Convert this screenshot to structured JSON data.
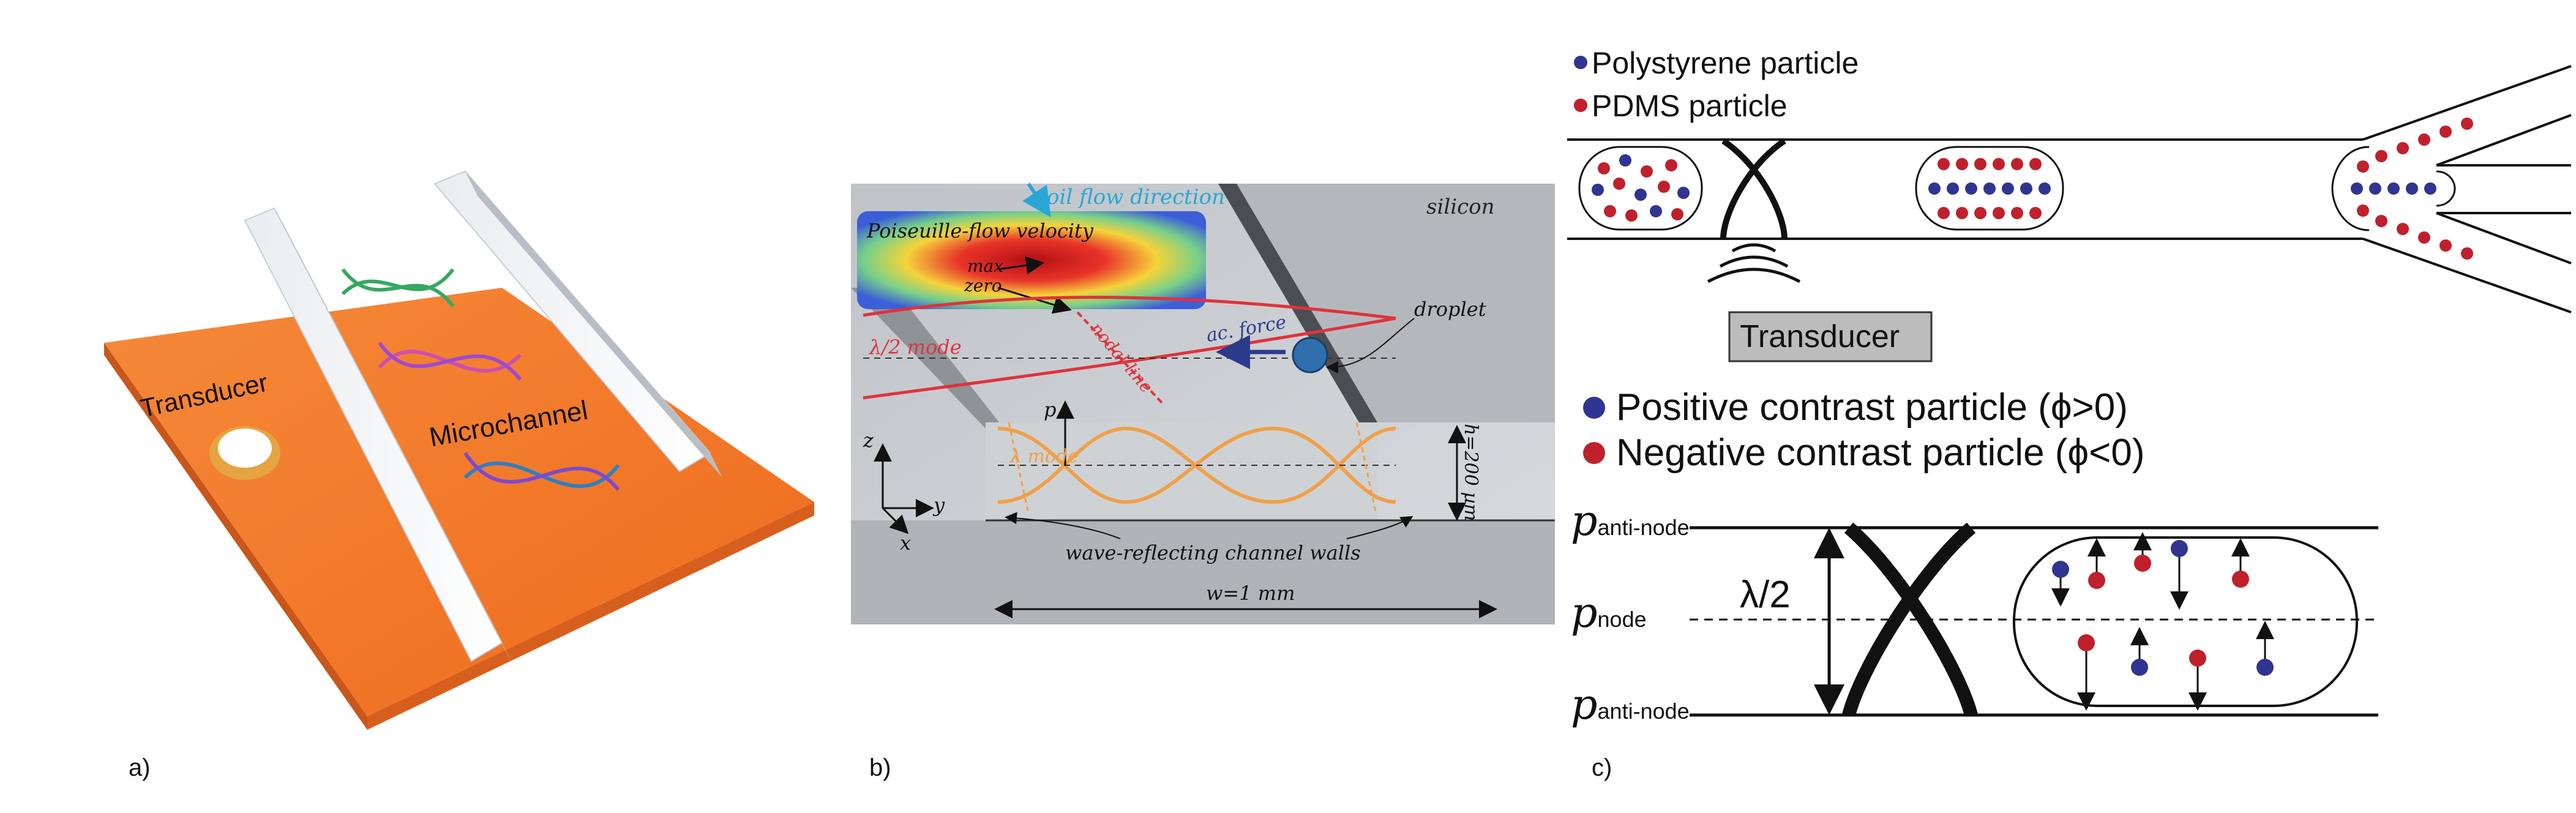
{
  "panel_a": {
    "label": "a)",
    "transducer_label": "Transducer",
    "microchannel_label": "Microchannel"
  },
  "panel_b": {
    "label": "b)",
    "oil_flow_label": "oil flow direction",
    "silicon_label": "silicon",
    "poiseuille_label": "Poiseuille-flow velocity",
    "max_label": "max",
    "zero_label": "zero",
    "droplet_label": "droplet",
    "half_lambda_mode_label": "λ/2 mode",
    "nodal_line_label": "nodal line",
    "ac_force_label": "ac. force",
    "lambda_mode_label": "λ mode",
    "p_label": "p",
    "z_label": "z",
    "y_label": "y",
    "x_label": "x",
    "height_label": "h=200 µm",
    "walls_label": "wave-reflecting channel walls",
    "width_label": "w=1 mm",
    "colors": {
      "half_lambda": "#e0323c",
      "lambda": "#f0a04a",
      "flow_arrow": "#2aa6d6",
      "force_arrow": "#2c3a8c"
    }
  },
  "panel_c": {
    "label": "c)",
    "legend_top": [
      {
        "text": "Polystyrene particle",
        "color": "#2f3590"
      },
      {
        "text": "PDMS particle",
        "color": "#c0202c"
      }
    ],
    "transducer_label": "Transducer",
    "legend_bottom": [
      {
        "text": "Positive contrast particle (ϕ>0)",
        "color": "#2f3590"
      },
      {
        "text": "Negative contrast particle (ϕ<0)",
        "color": "#c0202c"
      }
    ],
    "p_symbol": "p",
    "p_antinode_top_sub": "anti-node",
    "p_node_sub": "node",
    "p_antinode_bottom_sub": "anti-node",
    "half_wavelength_label": "λ/2"
  }
}
